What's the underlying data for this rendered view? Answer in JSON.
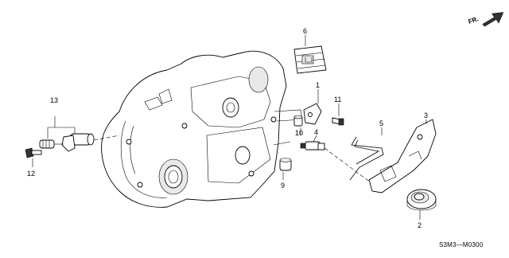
{
  "callouts": {
    "c1": "1",
    "c2": "2",
    "c3": "3",
    "c4": "4",
    "c5": "5",
    "c6": "6",
    "c9": "9",
    "c10": "10",
    "c11": "11",
    "c12": "12",
    "c13": "13"
  },
  "direction_label": "FR.",
  "diagram_code": "S3M3—M0300",
  "icons": {
    "direction_arrow": "right-arrow-icon"
  }
}
